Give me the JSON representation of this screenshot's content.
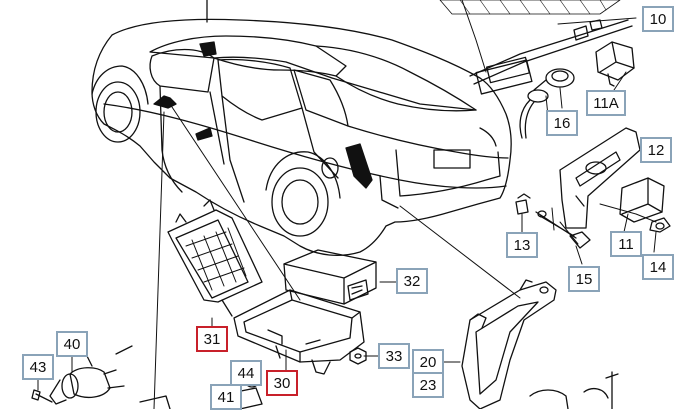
{
  "colors": {
    "callout_border": "#8aa3b8",
    "highlight_border": "#c8202a",
    "line": "#111111",
    "paper": "#ffffff"
  },
  "callouts": [
    {
      "id": "c10",
      "label": "10",
      "highlighted": false
    },
    {
      "id": "c11A",
      "label": "11A",
      "highlighted": false
    },
    {
      "id": "c16",
      "label": "16",
      "highlighted": false
    },
    {
      "id": "c12",
      "label": "12",
      "highlighted": false
    },
    {
      "id": "c13",
      "label": "13",
      "highlighted": false
    },
    {
      "id": "c11",
      "label": "11",
      "highlighted": false
    },
    {
      "id": "c14",
      "label": "14",
      "highlighted": false
    },
    {
      "id": "c15",
      "label": "15",
      "highlighted": false
    },
    {
      "id": "c32",
      "label": "32",
      "highlighted": false
    },
    {
      "id": "c31",
      "label": "31",
      "highlighted": true
    },
    {
      "id": "c33",
      "label": "33",
      "highlighted": false
    },
    {
      "id": "c20",
      "label": "20",
      "highlighted": false
    },
    {
      "id": "c23",
      "label": "23",
      "highlighted": false
    },
    {
      "id": "c30",
      "label": "30",
      "highlighted": true
    },
    {
      "id": "c44",
      "label": "44",
      "highlighted": false
    },
    {
      "id": "c41",
      "label": "41",
      "highlighted": false
    },
    {
      "id": "c40",
      "label": "40",
      "highlighted": false
    },
    {
      "id": "c43",
      "label": "43",
      "highlighted": false
    }
  ]
}
